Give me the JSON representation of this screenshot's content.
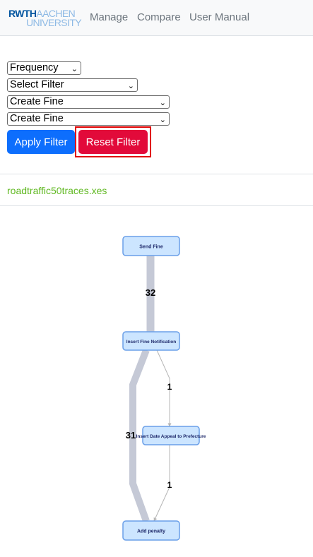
{
  "nav": {
    "logo": {
      "line1_a": "RWTH",
      "line1_b": "AACHEN",
      "line2": "UNIVERSITY"
    },
    "links": [
      "Manage",
      "Compare",
      "User Manual"
    ]
  },
  "filters": {
    "metric": {
      "selected": "Frequency"
    },
    "filter_type": {
      "selected": "Select Filter"
    },
    "activity_from": {
      "selected": "Create Fine"
    },
    "activity_to": {
      "selected": "Create Fine"
    }
  },
  "buttons": {
    "apply": "Apply Filter",
    "reset": "Reset Filter"
  },
  "file": {
    "name": "roadtraffic50traces.xes"
  },
  "graph": {
    "nodes": [
      {
        "id": "send_fine",
        "label": "Send Fine"
      },
      {
        "id": "insert_fine_notification",
        "label": "Insert Fine Notification"
      },
      {
        "id": "insert_date_appeal",
        "label": "Insert Date Appeal to Prefecture"
      },
      {
        "id": "add_penalty",
        "label": "Add penalty"
      }
    ],
    "edges": [
      {
        "from": "send_fine",
        "to": "insert_fine_notification",
        "label": "32"
      },
      {
        "from": "insert_fine_notification",
        "to": "add_penalty",
        "label": "31"
      },
      {
        "from": "insert_fine_notification",
        "to": "insert_date_appeal",
        "label": "1"
      },
      {
        "from": "insert_date_appeal",
        "to": "add_penalty",
        "label": "1"
      }
    ]
  }
}
